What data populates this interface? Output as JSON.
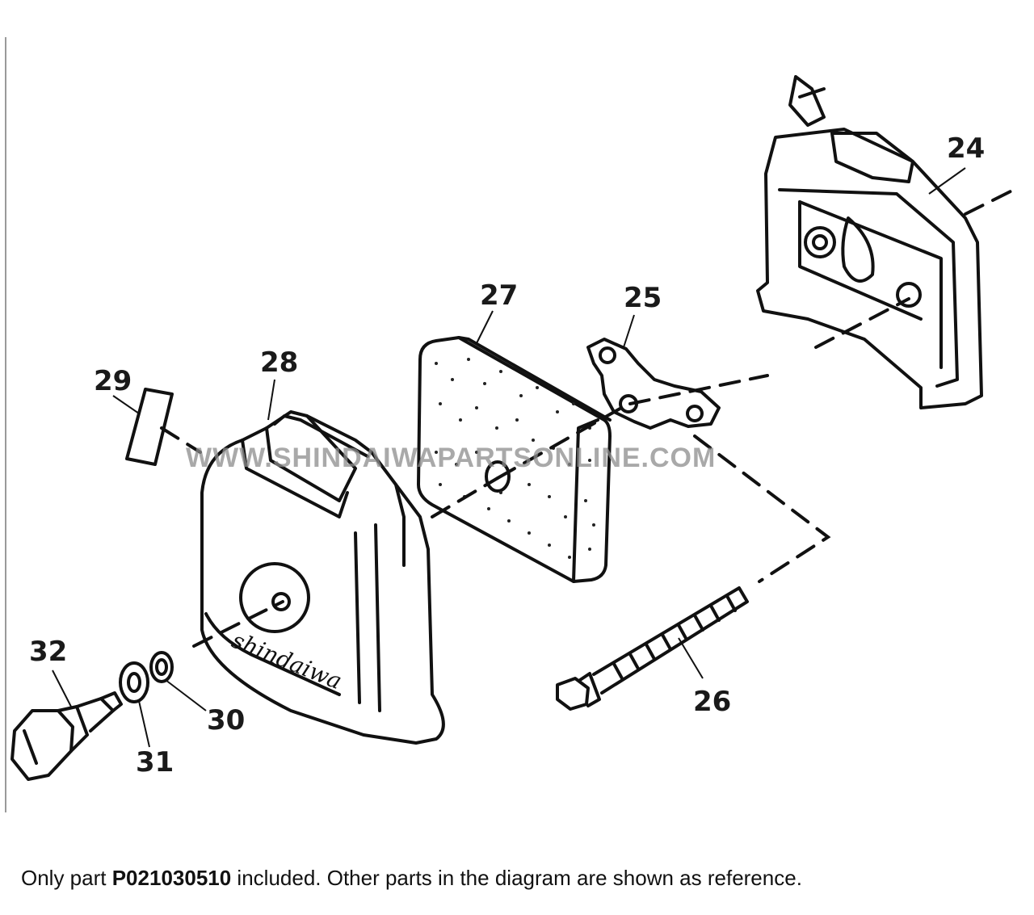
{
  "diagram": {
    "callouts": [
      {
        "id": "24",
        "label": "24"
      },
      {
        "id": "25",
        "label": "25"
      },
      {
        "id": "26",
        "label": "26"
      },
      {
        "id": "27",
        "label": "27"
      },
      {
        "id": "28",
        "label": "28"
      },
      {
        "id": "29",
        "label": "29"
      },
      {
        "id": "30",
        "label": "30"
      },
      {
        "id": "31",
        "label": "31"
      },
      {
        "id": "32",
        "label": "32"
      }
    ],
    "watermark": "WWW.SHINDAIWAPARTSONLINE.COM",
    "cover_brand": "shindaiwa"
  },
  "caption": {
    "prefix": "Only part ",
    "part_number": "P021030510",
    "suffix": " included. Other parts in the diagram are shown as reference."
  }
}
